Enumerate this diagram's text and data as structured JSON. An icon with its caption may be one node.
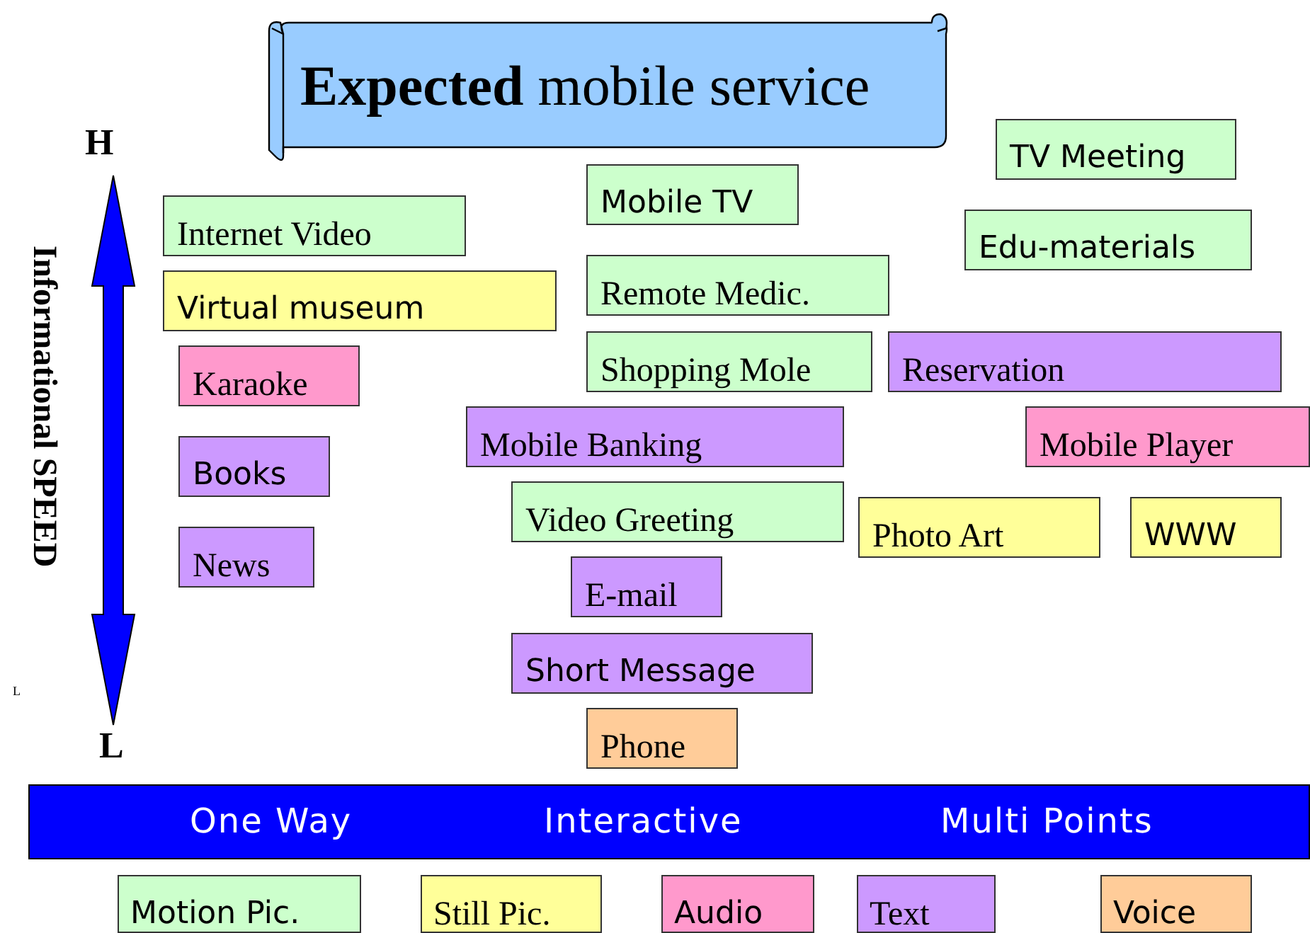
{
  "diagram": {
    "title": "**Expected** mobile service",
    "nodes": [
      {
        "text": [
          "TV Meeting"
        ]
      },
      {
        "text": [
          "Mobile TV"
        ]
      },
      {
        "text": [
          "Internet Video"
        ]
      },
      {
        "text": [
          "Edu-materials"
        ]
      },
      {
        "text": [
          "Remote Medic."
        ]
      },
      {
        "text": [
          "Virtual museum"
        ]
      },
      {
        "text": [
          "Shopping Mole"
        ]
      },
      {
        "text": [
          "Reservation"
        ]
      },
      {
        "text": [
          "Karaoke"
        ]
      },
      {
        "text": [
          "Mobile Banking"
        ]
      },
      {
        "text": [
          "Mobile Player"
        ]
      },
      {
        "text": [
          "Books"
        ]
      },
      {
        "text": [
          "Video Greeting"
        ]
      },
      {
        "text": [
          "Photo Art"
        ]
      },
      {
        "text": [
          "WWW"
        ]
      },
      {
        "text": [
          "News"
        ]
      },
      {
        "text": [
          "E-mail"
        ]
      },
      {
        "text": [
          "Short Message"
        ]
      },
      {
        "text": [
          "Phone"
        ]
      },
      {
        "text": [
          "One Way",
          "Interactive",
          "Multi Points"
        ]
      }
    ],
    "labels": [
      "H",
      "Informational SPEED",
      "L",
      "L"
    ],
    "legend": [
      {
        "text": "Motion Pic.",
        "color": "#ccffcc"
      },
      {
        "text": "Still Pic.",
        "color": "#ffff99"
      },
      {
        "text": "Audio",
        "color": "#ff99cc"
      },
      {
        "text": "Text",
        "color": "#cc99ff"
      },
      {
        "text": "Voice",
        "color": "#ffcc99"
      }
    ]
  }
}
